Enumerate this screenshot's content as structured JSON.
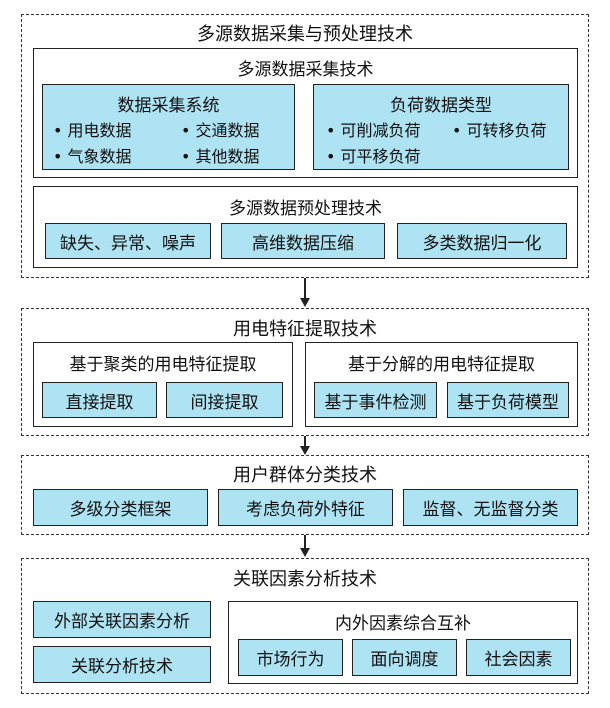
{
  "section1": {
    "title": "多源数据采集与预处理技术",
    "collection": {
      "title": "多源数据采集技术",
      "system": {
        "title": "数据采集系统",
        "items": [
          "• 用电数据",
          "• 交通数据",
          "• 气象数据",
          "• 其他数据"
        ]
      },
      "load_types": {
        "title": "负荷数据类型",
        "items": [
          "• 可削减负荷",
          "• 可转移负荷",
          "• 可平移负荷"
        ]
      }
    },
    "preprocess": {
      "title": "多源数据预处理技术",
      "items": [
        "缺失、异常、噪声",
        "高维数据压缩",
        "多类数据归一化"
      ]
    }
  },
  "section2": {
    "title": "用电特征提取技术",
    "clustering": {
      "title": "基于聚类的用电特征提取",
      "items": [
        "直接提取",
        "间接提取"
      ]
    },
    "decomposition": {
      "title": "基于分解的用电特征提取",
      "items": [
        "基于事件检测",
        "基于负荷模型"
      ]
    }
  },
  "section3": {
    "title": "用户群体分类技术",
    "items": [
      "多级分类框架",
      "考虑负荷外特征",
      "监督、无监督分类"
    ]
  },
  "section4": {
    "title": "关联因素分析技术",
    "left_items": [
      "外部关联因素分析",
      "关联分析技术"
    ],
    "complement": {
      "title": "内外因素综合互补",
      "items": [
        "市场行为",
        "面向调度",
        "社会因素"
      ]
    }
  }
}
